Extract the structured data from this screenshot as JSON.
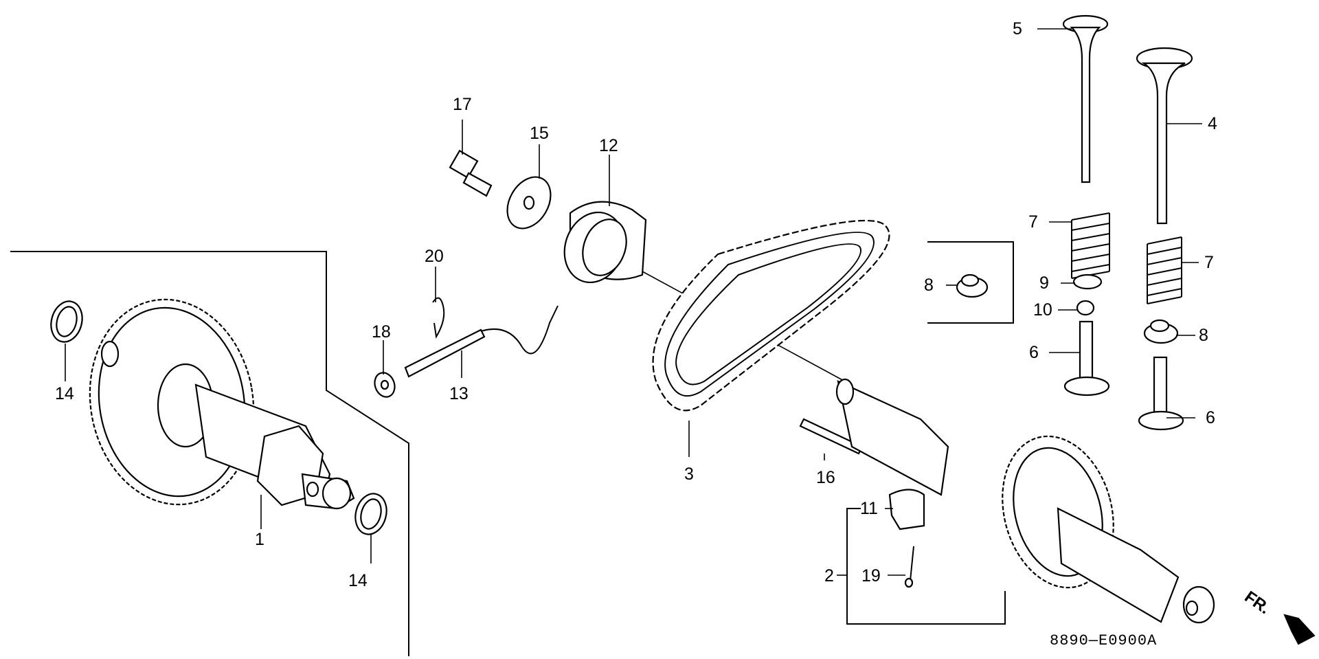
{
  "diagram": {
    "callouts": {
      "c1": "1",
      "c2": "2",
      "c3": "3",
      "c4": "4",
      "c5": "5",
      "c6a": "6",
      "c6b": "6",
      "c7a": "7",
      "c7b": "7",
      "c8a": "8",
      "c8b": "8",
      "c9": "9",
      "c10": "10",
      "c11": "11",
      "c12": "12",
      "c13": "13",
      "c14a": "14",
      "c14b": "14",
      "c15": "15",
      "c16": "16",
      "c17": "17",
      "c18": "18",
      "c19": "19",
      "c20": "20"
    },
    "diagram_code": "8890—E0900A",
    "direction_label": "FR."
  }
}
